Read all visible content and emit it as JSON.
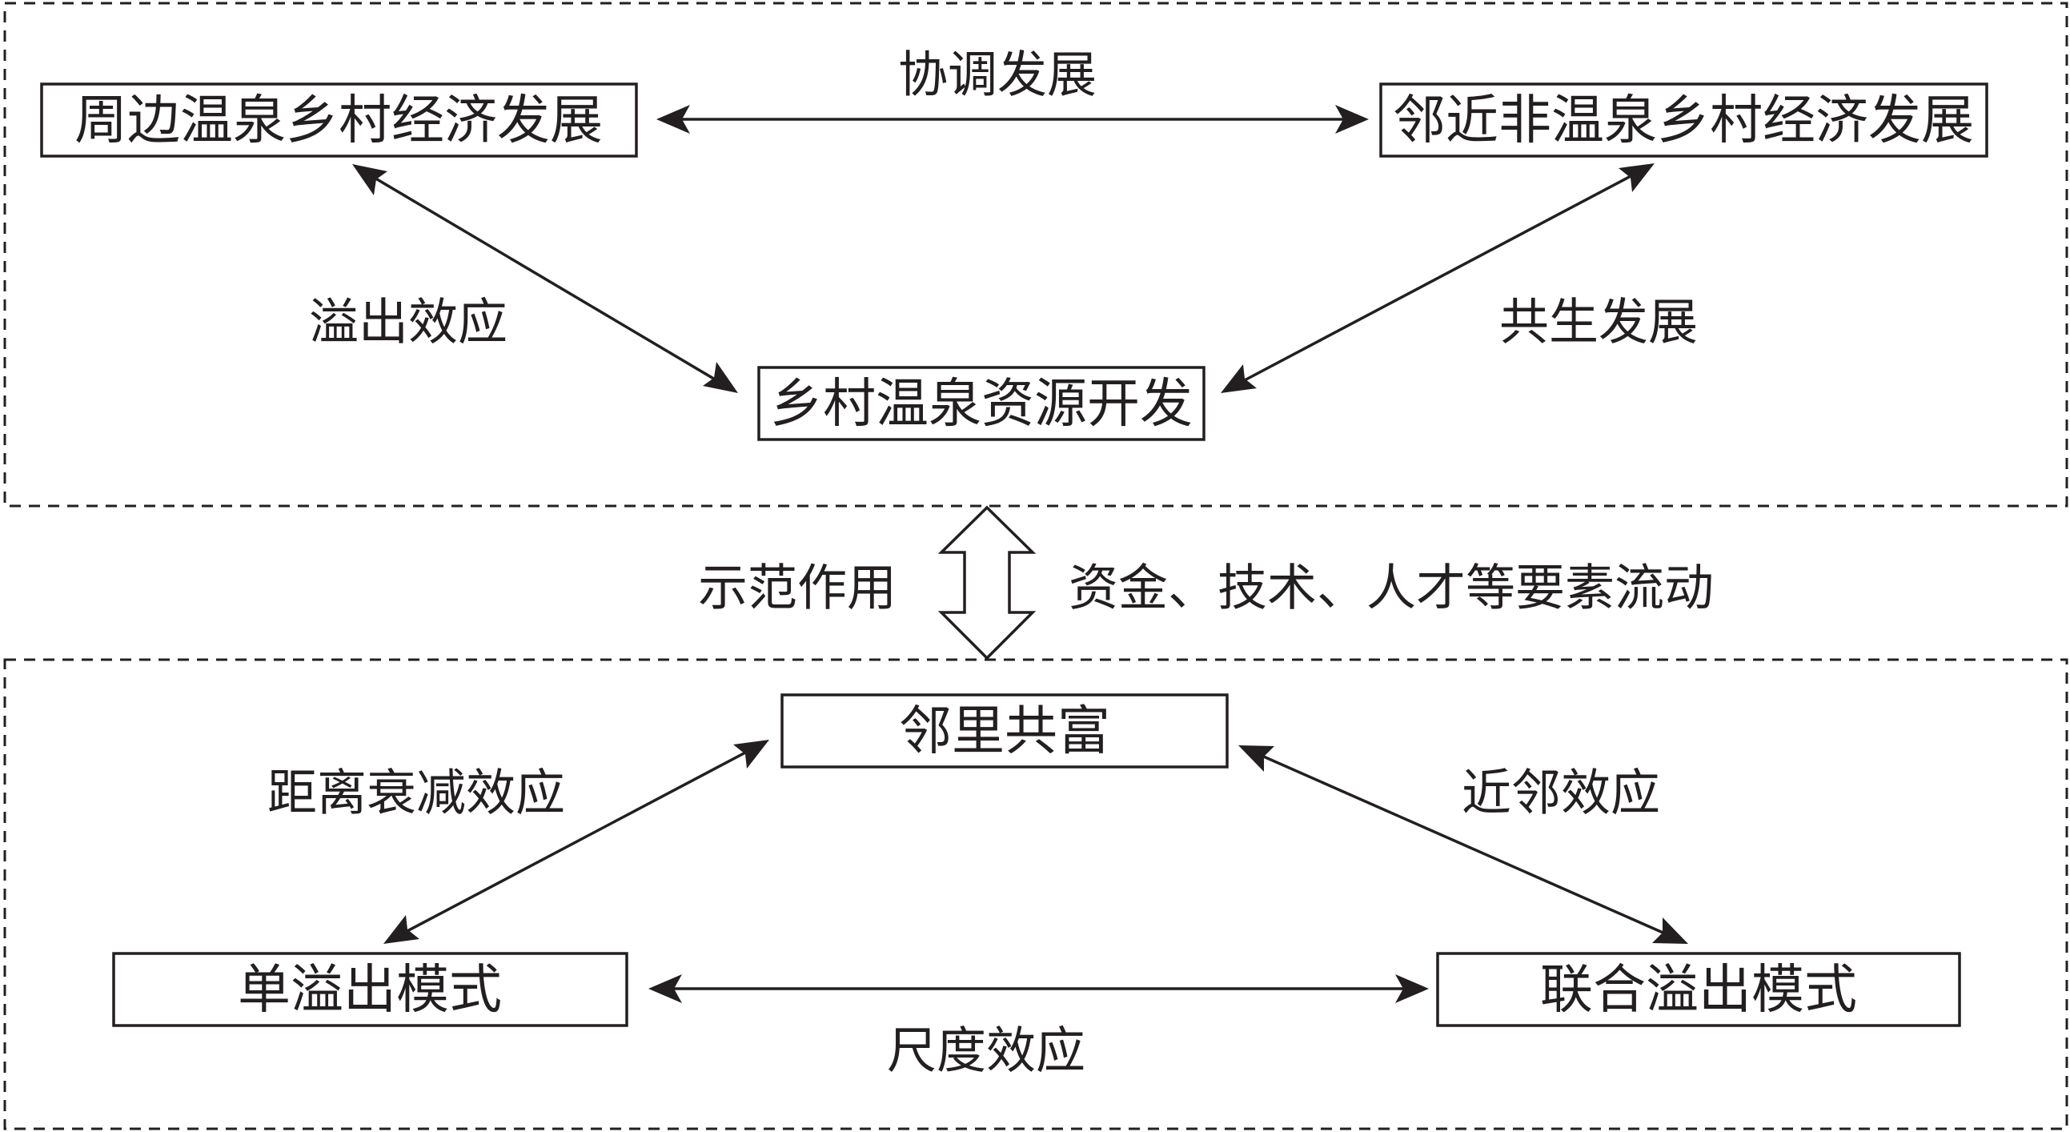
{
  "top_section": {
    "nodes": {
      "surrounding_hot_spring_rural_economy": "周边温泉乡村经济发展",
      "neighboring_non_hot_spring_rural_economy": "邻近非温泉乡村经济发展",
      "rural_hot_spring_resource_development": "乡村温泉资源开发"
    },
    "edges": {
      "coordinated_development": "协调发展",
      "spillover_effect": "溢出效应",
      "symbiotic_development": "共生发展"
    }
  },
  "middle": {
    "left_label": "示范作用",
    "right_label": "资金、技术、人才等要素流动"
  },
  "bottom_section": {
    "nodes": {
      "common_prosperity_of_neighbors": "邻里共富",
      "single_spillover_mode": "单溢出模式",
      "joint_spillover_mode": "联合溢出模式"
    },
    "edges": {
      "distance_decay_effect": "距离衰减效应",
      "proximity_effect": "近邻效应",
      "scale_effect": "尺度效应"
    }
  },
  "colors": {
    "ink": "#231f20",
    "background": "#ffffff"
  }
}
